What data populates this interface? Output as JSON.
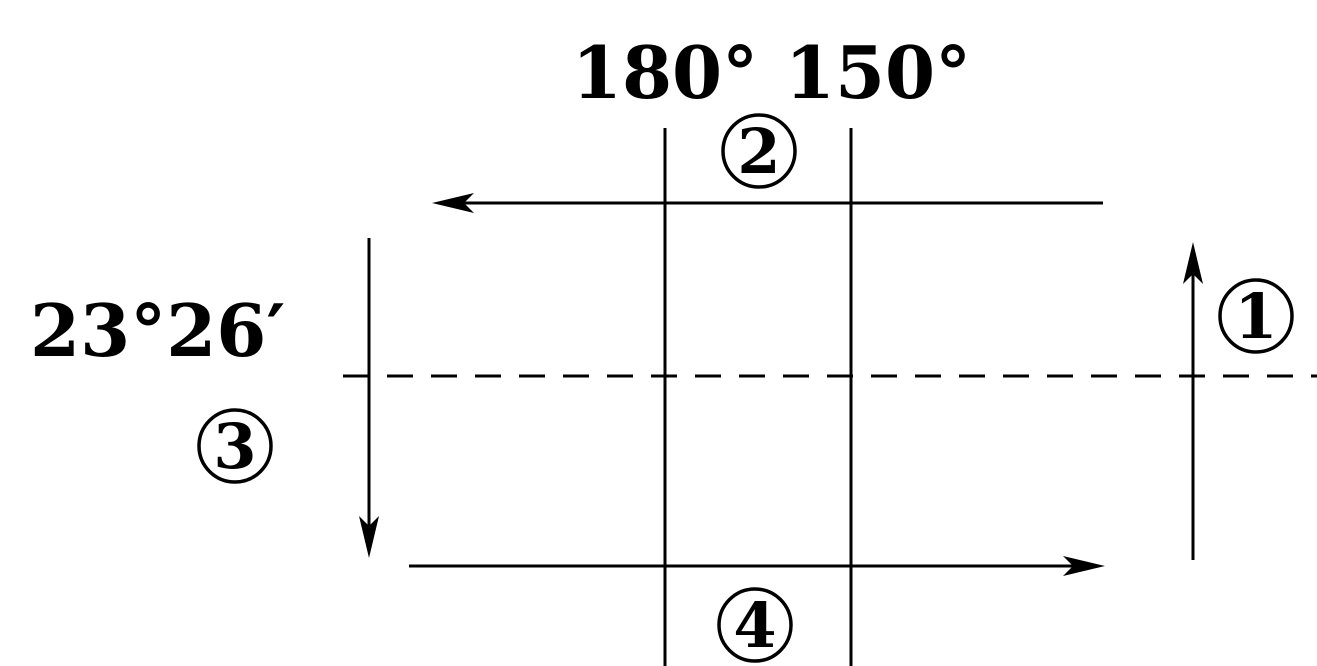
{
  "labels": {
    "longitude_left": "180°",
    "longitude_right": "150°",
    "latitude": "23°26′"
  },
  "markers": {
    "one": "1",
    "two": "2",
    "three": "3",
    "four": "4"
  }
}
